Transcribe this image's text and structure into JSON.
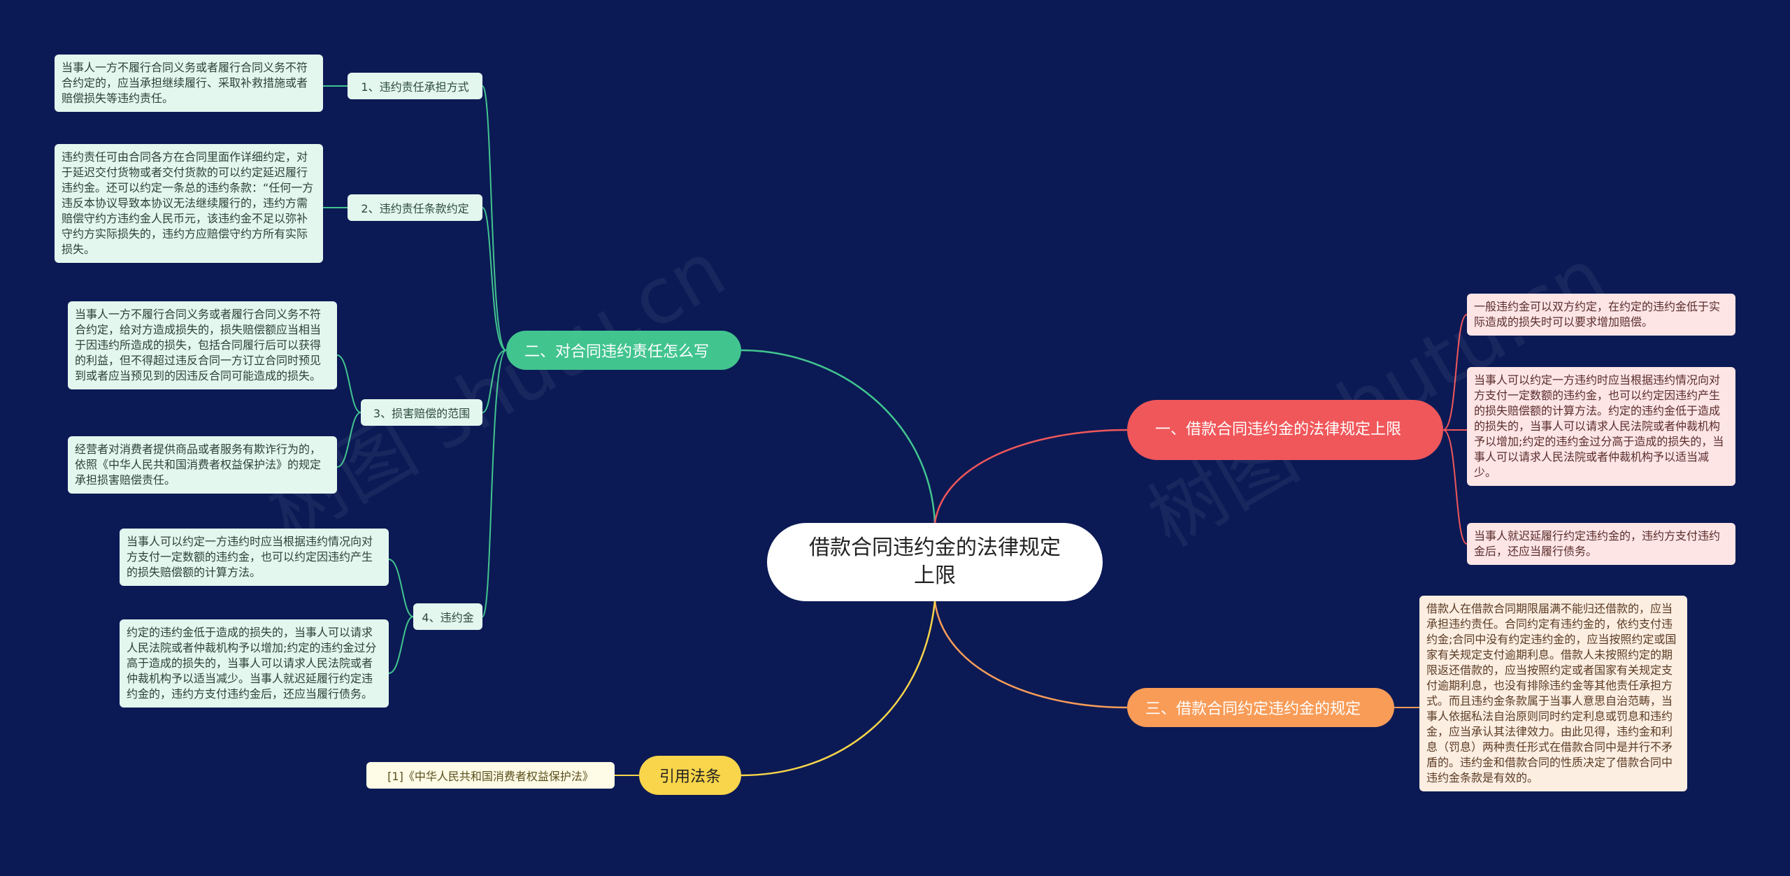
{
  "root": "借款合同违约金的法律规定上限",
  "branches": {
    "green": "二、对合同违约责任怎么写",
    "red": "一、借款合同违约金的法律规定上限",
    "orange": "三、借款合同约定违约金的规定",
    "yellow": "引用法条"
  },
  "green_subs": [
    {
      "label": "1、违约责任承担方式"
    },
    {
      "label": "2、违约责任条款约定"
    },
    {
      "label": "3、损害赔偿的范围"
    },
    {
      "label": "4、违约金"
    }
  ],
  "green_leaves": [
    "当事人一方不履行合同义务或者履行合同义务不符合约定的，应当承担继续履行、采取补救措施或者赔偿损失等违约责任。",
    "违约责任可由合同各方在合同里面作详细约定，对于延迟交付货物或者交付货款的可以约定延迟履行违约金。还可以约定一条总的违约条款：“任何一方违反本协议导致本协议无法继续履行的，违约方需赔偿守约方违约金人民币元，该违约金不足以弥补守约方实际损失的，违约方应赔偿守约方所有实际损失。",
    "当事人一方不履行合同义务或者履行合同义务不符合约定，给对方造成损失的，损失赔偿额应当相当于因违约所造成的损失，包括合同履行后可以获得的利益，但不得超过违反合同一方订立合同时预见到或者应当预见到的因违反合同可能造成的损失。",
    "经营者对消费者提供商品或者服务有欺诈行为的，依照《中华人民共和国消费者权益保护法》的规定承担损害赔偿责任。",
    "当事人可以约定一方违约时应当根据违约情况向对方支付一定数额的违约金，也可以约定因违约产生的损失赔偿额的计算方法。",
    "约定的违约金低于造成的损失的，当事人可以请求人民法院或者仲裁机构予以增加;约定的违约金过分高于造成的损失的，当事人可以请求人民法院或者仲裁机构予以适当减少。当事人就迟延履行约定违约金的，违约方支付违约金后，还应当履行债务。"
  ],
  "red_leaves": [
    "一般违约金可以双方约定，在约定的违约金低于实际造成的损失时可以要求增加赔偿。",
    "当事人可以约定一方违约时应当根据违约情况向对方支付一定数额的违约金，也可以约定因违约产生的损失赔偿额的计算方法。约定的违约金低于造成的损失的，当事人可以请求人民法院或者仲裁机构予以增加;约定的违约金过分高于造成的损失的，当事人可以请求人民法院或者仲裁机构予以适当减少。",
    "当事人就迟延履行约定违约金的，违约方支付违约金后，还应当履行债务。"
  ],
  "orange_leaf": "借款人在借款合同期限届满不能归还借款的，应当承担违约责任。合同约定有违约金的，依约支付违约金;合同中没有约定违约金的，应当按照约定或国家有关规定支付逾期利息。借款人未按照约定的期限返还借款的，应当按照约定或者国家有关规定支付逾期利息，也没有排除违约金等其他责任承担方式。而且违约金条款属于当事人意思自治范畴，当事人依据私法自治原则同时约定利息或罚息和违约金，应当承认其法律效力。由此见得，违约金和利息（罚息）两种责任形式在借款合同中是并行不矛盾的。违约金和借款合同的性质决定了借款合同中违约金条款是有效的。",
  "citation": "[1]《中华人民共和国消费者权益保护法》",
  "colors": {
    "background": "#0b1a55",
    "green": "#42c48f",
    "red": "#f0575a",
    "orange": "#f89c58",
    "yellow": "#f8d54a"
  }
}
